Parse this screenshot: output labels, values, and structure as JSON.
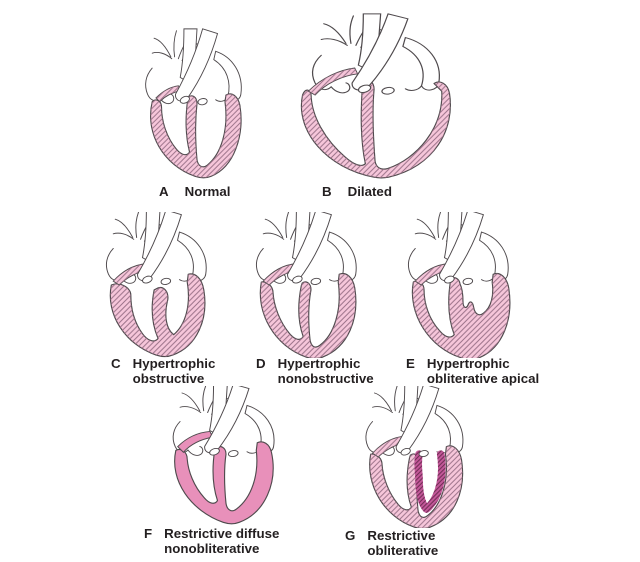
{
  "figure": {
    "hearts": [
      {
        "letter": "A",
        "lines": [
          "Normal"
        ]
      },
      {
        "letter": "B",
        "lines": [
          "Dilated"
        ]
      },
      {
        "letter": "C",
        "lines": [
          "Hypertrophic",
          "obstructive"
        ]
      },
      {
        "letter": "D",
        "lines": [
          "Hypertrophic",
          "nonobstructive"
        ]
      },
      {
        "letter": "E",
        "lines": [
          "Hypertrophic",
          "obliterative apical"
        ]
      },
      {
        "letter": "F",
        "lines": [
          "Restrictive diffuse",
          "nonobliterative"
        ]
      },
      {
        "letter": "G",
        "lines": [
          "Restrictive",
          "obliterative"
        ]
      }
    ],
    "colors": {
      "wall_pink": "#f6c6da",
      "hatch_line": "#9a7188",
      "solid_pink": "#e890ba",
      "band_pink": "#c4589a",
      "band_hatch": "#6e2b52",
      "outline": "#4f4a4d",
      "vessel_fill": "#ffffff",
      "text": "#231f20",
      "background": "#ffffff"
    }
  }
}
